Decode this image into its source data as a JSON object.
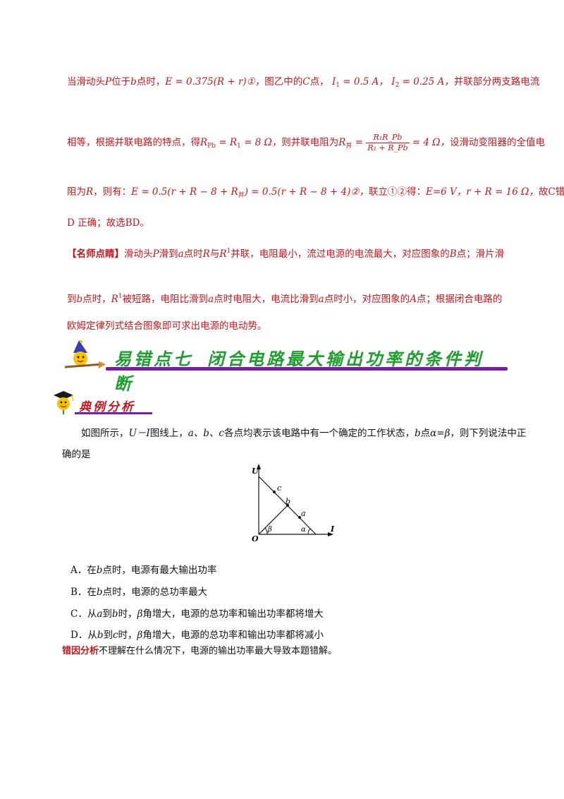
{
  "solution": {
    "line1": {
      "a": "当滑动头",
      "p": "P",
      "b": "位于",
      "bpt": "b",
      "c": "点时，",
      "formula": "E = 0.375(R + r)①，",
      "d": "图乙中的",
      "cpt": "C",
      "e": "点，",
      "i1": "I",
      "i1sub": "1",
      "i1val": " = 0.5 A，",
      "i2": "I",
      "i2sub": "2",
      "i2val": " = 0.25 A，",
      "f": "并联部分两支路电流"
    },
    "line2": {
      "a": "相等，根据并联电路的特点，得",
      "eq1": "R",
      "eq1sub": "Pb",
      "eq1rest": " = R",
      "eq1sub2": "1",
      "eq1val": " = 8 Ω，",
      "b": "则并联电阻为",
      "rp": "R",
      "rpsub": "并",
      "eq": " = ",
      "num": "R₁R_Pb",
      "den": "R₁ + R_Pb",
      "val": " = 4 Ω，",
      "c": "设滑动变阻器的全值电"
    },
    "line3": {
      "a": "阻为",
      "r": "R",
      "b": "，则有：",
      "formula": "E = 0.5(r + R − 8 + R",
      "fsub": "并",
      "formula2": ") = 0.5(r + R − 8 + 4)②，",
      "c": "联立①②得：",
      "e": "E=6 V，",
      "rr": "r + R = 16 Ω，",
      "d": "故C错误，"
    },
    "line4": "D 正确；故选BD。",
    "tip": {
      "label": "【名师点睛】",
      "a": "滑动头",
      "p": "P",
      "b": "滑到",
      "apt": "a",
      "c": "点时",
      "r": "R",
      "d": "与",
      "r1": "R",
      "r1sub": "1",
      "e": "并联，电阻最小，流过电源的电流最大，对应图象的",
      "bpt": "B",
      "f": "点；滑片滑"
    },
    "tip2": {
      "a": "到",
      "bpt": "b",
      "b": "点时，",
      "r1": "R",
      "r1sub": "1",
      "c": "被短路，电阻比滑到",
      "apt": "a",
      "d": "点时电阻大，电流比滑到",
      "apt2": "a",
      "e": "点时小，对应图象的",
      "Apt": "A",
      "f": "点；根据闭合电路的"
    },
    "tip3": "欧姆定律列式结合图象即可求出电源的电动势。"
  },
  "banner": {
    "part1": "易错点七",
    "part2": "闭合电路最大输出功率的条件判断"
  },
  "subbanner": {
    "a": "典例",
    "b": "分析"
  },
  "question": {
    "line1a": "如图所示，",
    "ui": "U－I",
    "line1b": "图线上，",
    "abc": "a、b、c",
    "line1c": "各点均表示该电路中有一个确定的工作状态，",
    "bpt": "b",
    "line1d": "点",
    "ab": "α=β",
    "line1e": "，则下列说法中正",
    "line2": "确的是"
  },
  "figure": {
    "axis_u": "U",
    "axis_i": "I",
    "origin": "O",
    "pt_a": "a",
    "pt_b": "b",
    "pt_c": "c",
    "angle_beta": "β",
    "angle_alpha": "α"
  },
  "options": {
    "A": "A．在",
    "A_b": "b",
    "A_rest": "点时，电源有最大输出功率",
    "B": "B．在",
    "B_b": "b",
    "B_rest": "点时，电源的总功率最大",
    "C": "C．从",
    "C_a": "a",
    "C_mid": "到",
    "C_b": "b",
    "C_mid2": "时，",
    "C_beta": "β",
    "C_rest": "角增大，电源的总功率和输出功率都将增大",
    "D": "D．从",
    "D_b": "b",
    "D_mid": "到",
    "D_c": "c",
    "D_mid2": "时，",
    "D_beta": "β",
    "D_rest": "角增大，电源的总功率和输出功率都将减小"
  },
  "error": {
    "label": "错因分析",
    "text": "不理解在什么情况下，电源的输出功率最大导致本题错解。"
  },
  "colors": {
    "red": "#c4161c",
    "green": "#1d9e2e",
    "purple": "#7a1da6"
  }
}
